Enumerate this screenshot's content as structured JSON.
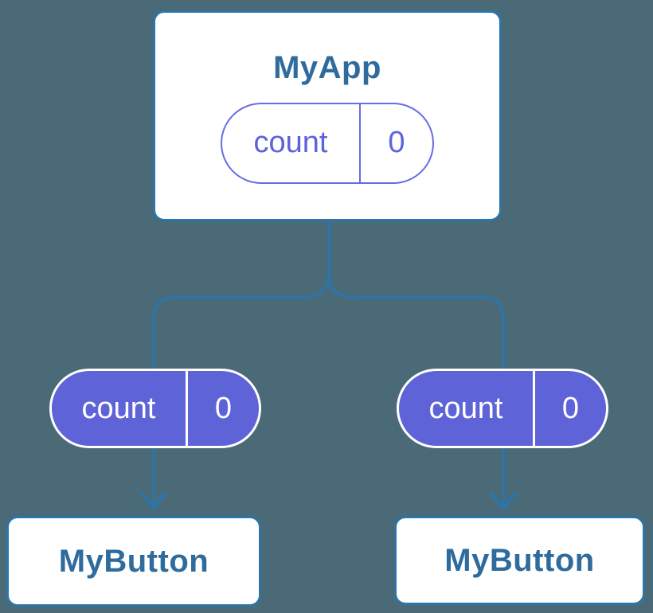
{
  "diagram": {
    "root": {
      "title": "MyApp",
      "state": {
        "label": "count",
        "value": "0"
      }
    },
    "children": [
      {
        "title": "MyButton",
        "state": {
          "label": "count",
          "value": "0"
        }
      },
      {
        "title": "MyButton",
        "state": {
          "label": "count",
          "value": "0"
        }
      }
    ],
    "colors": {
      "background": "#4A6A78",
      "connector": "#2D74A9",
      "node_border": "#2D74A9",
      "node_fill": "#FFFFFF",
      "heading_text": "#2F6B9D",
      "pill_fill": "#5F63D8",
      "pill_outline": "#666CE5",
      "pill_outline_text": "#5C63DC",
      "pill_filled_text": "#FFFFFF"
    }
  }
}
